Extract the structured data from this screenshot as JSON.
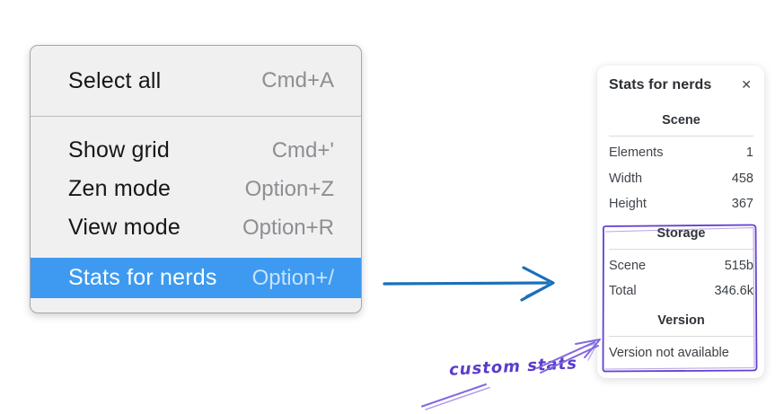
{
  "colors": {
    "menu_highlight": "#3d9af0",
    "arrow_blue": "#1b6fb8",
    "annotation_purple": "#6241cf",
    "annotation_purple_light": "#8468e0"
  },
  "context_menu": {
    "groups": [
      {
        "items": [
          {
            "label": "Select all",
            "shortcut": "Cmd+A",
            "selected": false
          }
        ]
      },
      {
        "items": [
          {
            "label": "Show grid",
            "shortcut": "Cmd+'",
            "selected": false
          },
          {
            "label": "Zen mode",
            "shortcut": "Option+Z",
            "selected": false
          },
          {
            "label": "View mode",
            "shortcut": "Option+R",
            "selected": false
          },
          {
            "label": "Stats for nerds",
            "shortcut": "Option+/",
            "selected": true
          }
        ]
      }
    ]
  },
  "stats_panel": {
    "title": "Stats for nerds",
    "close_icon": "✕",
    "sections": [
      {
        "heading": "Scene",
        "rows": [
          {
            "label": "Elements",
            "value": "1"
          },
          {
            "label": "Width",
            "value": "458"
          },
          {
            "label": "Height",
            "value": "367"
          }
        ]
      },
      {
        "heading": "Storage",
        "rows": [
          {
            "label": "Scene",
            "value": "515b"
          },
          {
            "label": "Total",
            "value": "346.6k"
          }
        ]
      },
      {
        "heading": "Version",
        "rows": [],
        "note": "Version not available"
      }
    ]
  },
  "annotation": {
    "label": "custom stats"
  }
}
